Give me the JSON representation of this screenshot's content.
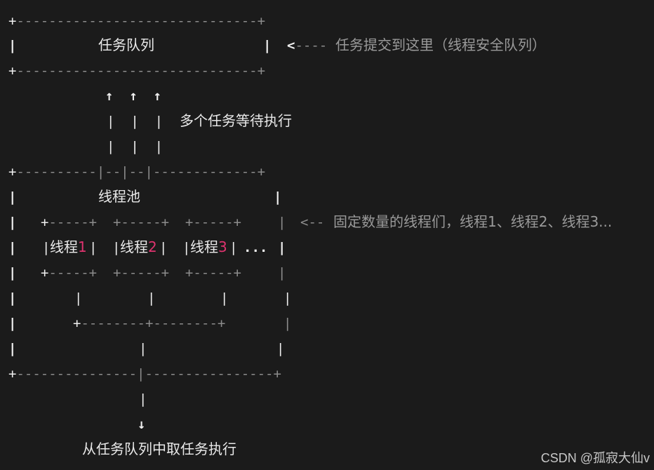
{
  "queue": {
    "title": "任务队列",
    "note": "任务提交到这里（线程安全队列）",
    "note_arrow": "<----",
    "wait_note": "多个任务等待执行"
  },
  "pool": {
    "title": "线程池",
    "note_arrow": "<--",
    "note": "固定数量的线程们，线程1、线程2、线程3...",
    "thread_prefix": "线程",
    "threads": [
      "1",
      "2",
      "3"
    ],
    "ellipsis": "..."
  },
  "bottom": {
    "label": "从任务队列中取任务执行"
  },
  "watermark": "CSDN @孤寂大仙v"
}
